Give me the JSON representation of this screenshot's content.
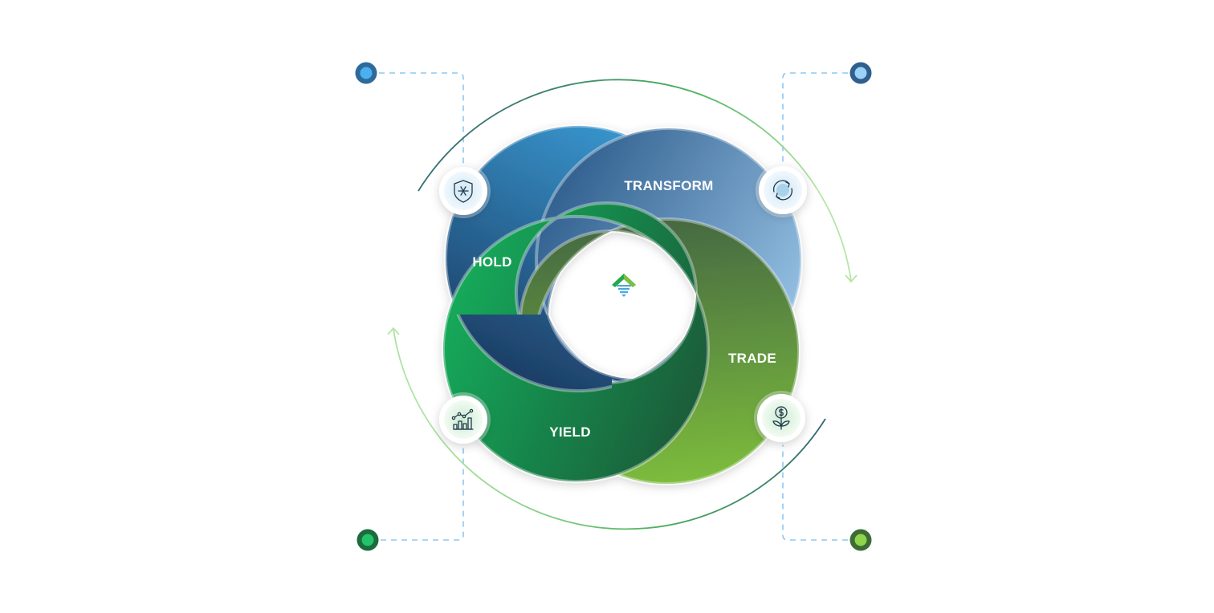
{
  "segments": [
    {
      "key": "hold",
      "label": "HOLD",
      "icon": "shield-snowflake-icon",
      "colors": [
        "#3a9cd6",
        "#1c3c63"
      ]
    },
    {
      "key": "transform",
      "label": "TRANSFORM",
      "icon": "refresh-cycle-icon",
      "colors": [
        "#2b5a8a",
        "#9dc8ea"
      ]
    },
    {
      "key": "trade",
      "label": "TRADE",
      "icon": "dollar-plant-icon",
      "colors": [
        "#456843",
        "#7cbc3c"
      ]
    },
    {
      "key": "yield",
      "label": "YIELD",
      "icon": "growth-chart-icon",
      "colors": [
        "#18ad5c",
        "#1a5a38"
      ]
    }
  ],
  "corner_dots": [
    {
      "outer": "#2e6a9a",
      "inner": "#4ab0f0"
    },
    {
      "outer": "#2f5f8c",
      "inner": "#9dd0f7"
    },
    {
      "outer": "#1b6b3d",
      "inner": "#22c36a"
    },
    {
      "outer": "#3d6b35",
      "inner": "#8fd44a"
    }
  ],
  "colors": {
    "dashed_line": "#8ec8f2",
    "arc_dark": "#2d5877",
    "arc_green": "#4fb45e",
    "arc_light": "#b5e6a8"
  },
  "center_logo": "stacked-chevron-logo"
}
